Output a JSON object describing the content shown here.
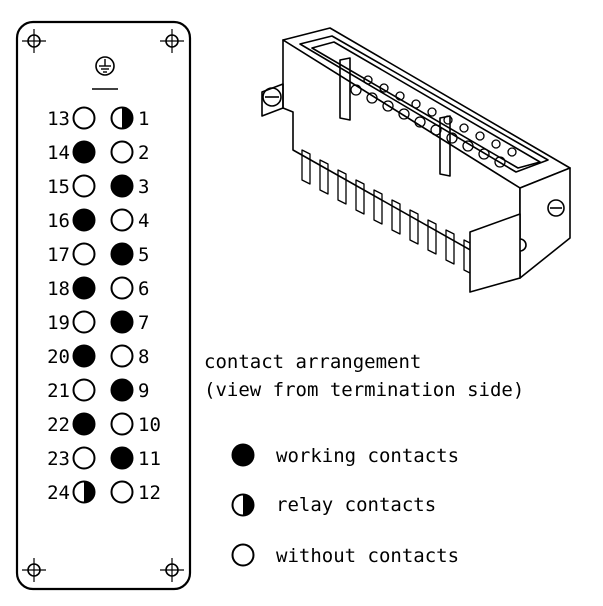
{
  "earth_symbol": "protective-earth-icon",
  "left_column": [
    {
      "label": "13",
      "type": "without"
    },
    {
      "label": "14",
      "type": "working"
    },
    {
      "label": "15",
      "type": "without"
    },
    {
      "label": "16",
      "type": "working"
    },
    {
      "label": "17",
      "type": "without"
    },
    {
      "label": "18",
      "type": "working"
    },
    {
      "label": "19",
      "type": "without"
    },
    {
      "label": "20",
      "type": "working"
    },
    {
      "label": "21",
      "type": "without"
    },
    {
      "label": "22",
      "type": "working"
    },
    {
      "label": "23",
      "type": "without"
    },
    {
      "label": "24",
      "type": "relay"
    }
  ],
  "right_column": [
    {
      "label": "1",
      "type": "relay"
    },
    {
      "label": "2",
      "type": "without"
    },
    {
      "label": "3",
      "type": "working"
    },
    {
      "label": "4",
      "type": "without"
    },
    {
      "label": "5",
      "type": "working"
    },
    {
      "label": "6",
      "type": "without"
    },
    {
      "label": "7",
      "type": "working"
    },
    {
      "label": "8",
      "type": "without"
    },
    {
      "label": "9",
      "type": "working"
    },
    {
      "label": "10",
      "type": "without"
    },
    {
      "label": "11",
      "type": "working"
    },
    {
      "label": "12",
      "type": "without"
    }
  ],
  "caption": {
    "line1": "contact arrangement",
    "line2": "(view from termination side)"
  },
  "legend": {
    "working": "working contacts",
    "relay": "relay contacts",
    "without": "without contacts"
  },
  "connector_illustration": "connector-insert-illustration"
}
